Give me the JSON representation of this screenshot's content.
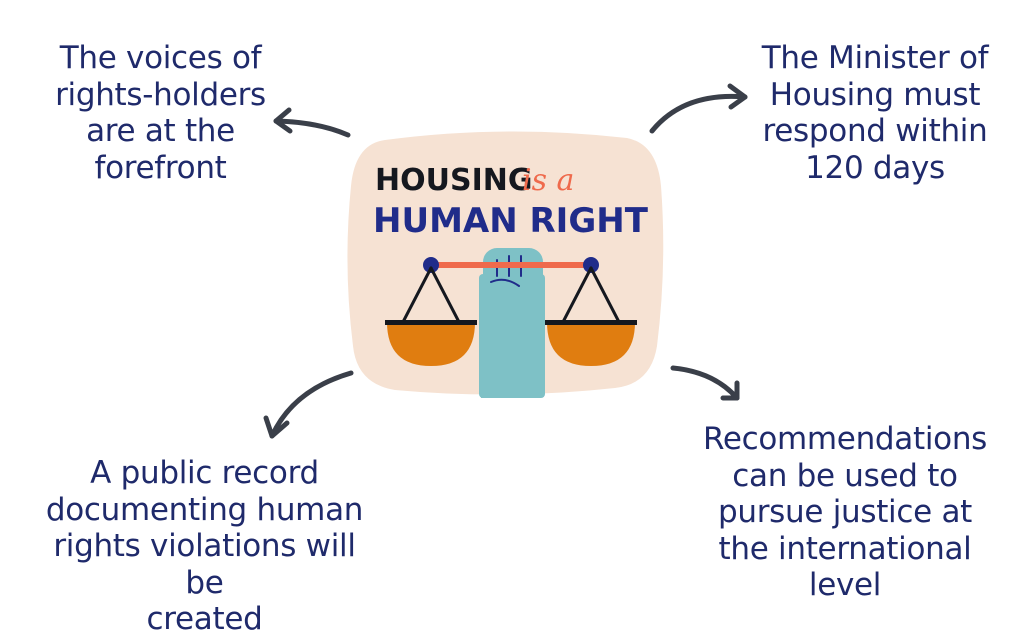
{
  "notes": {
    "top_left": "The voices of\nrights-holders\nare at the\nforefront",
    "top_right": "The Minister of\nHousing must\nrespond within\n120 days",
    "bottom_left": "A public record\ndocumenting human\nrights violations will be\ncreated",
    "bottom_right": "Recommendations\ncan be used to\npursue justice at\nthe international\nlevel"
  },
  "center_graphic": {
    "word_housing": "HOUSING",
    "word_is_a": "is a",
    "word_human_right": "HUMAN RIGHT"
  },
  "colors": {
    "text_navy": "#1f2a6b",
    "card_background": "#f6e2d3",
    "accent_coral": "#ef6a4c",
    "arm_teal": "#7ec1c6",
    "scale_pan_orange": "#e07d10",
    "pivot_navy": "#202c8a",
    "arrow_gray": "#3a3f49"
  }
}
